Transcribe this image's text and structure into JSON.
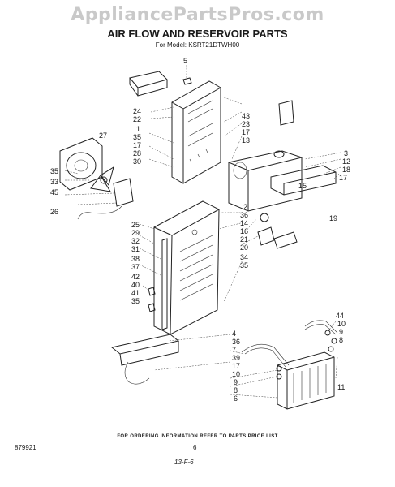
{
  "watermark": "AppliancePartsPros.com",
  "title": "AIR FLOW AND RESERVOIR PARTS",
  "subtitle": "For Model: KSRT21DTWH00",
  "footer_note": "FOR ORDERING INFORMATION REFER TO PARTS PRICE LIST",
  "doc_number": "879921",
  "page_number": "6",
  "handwritten_mark": "13-F-6",
  "callouts": {
    "left_top": [
      "24",
      "22",
      "1",
      "35",
      "17",
      "28",
      "30"
    ],
    "fan_left": [
      "35",
      "33",
      "45",
      "26"
    ],
    "fan_top": "27",
    "top_center": "5",
    "middle_left": [
      "25",
      "29",
      "32",
      "31",
      "38",
      "37",
      "42",
      "40",
      "41",
      "35"
    ],
    "right_top": [
      "43",
      "23",
      "17",
      "13"
    ],
    "right_block": [
      "3",
      "12",
      "18",
      "17",
      "19"
    ],
    "right_mid": [
      "2",
      "36",
      "14",
      "16",
      "21",
      "20",
      "34",
      "35"
    ],
    "bottom_left": [
      "4",
      "36",
      "7",
      "39",
      "17",
      "10",
      "9",
      "8",
      "6"
    ],
    "bottom_right": [
      "44",
      "10",
      "9",
      "8",
      "11"
    ],
    "small_15": "15"
  }
}
